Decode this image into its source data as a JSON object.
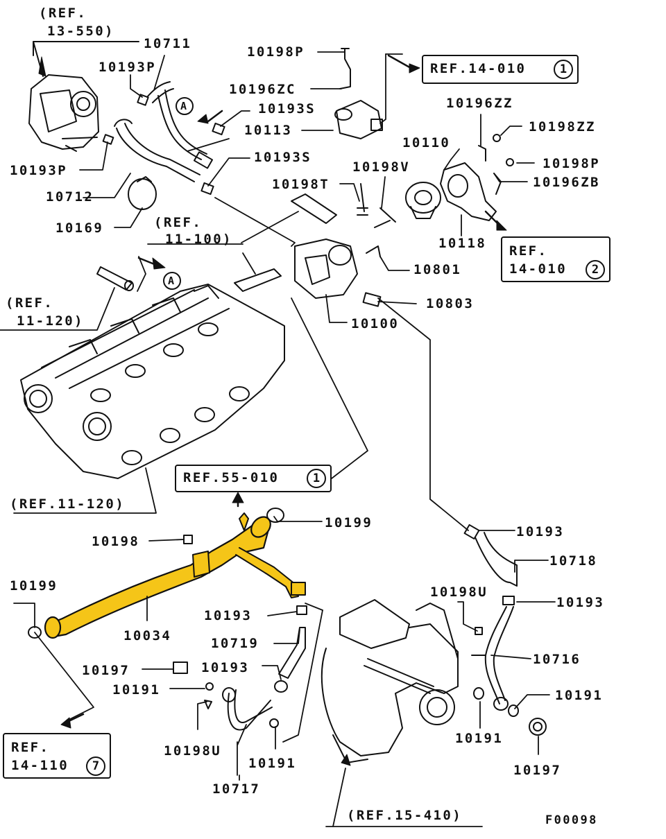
{
  "diagram": {
    "code": "F00098",
    "accent_color": "#F5C518",
    "part_labels": {
      "p10711": "10711",
      "p10193P_top": "10193P",
      "p10193P_left": "10193P",
      "p10712": "10712",
      "p10169": "10169",
      "p10193S_a": "10193S",
      "p10193S_b": "10193S",
      "p10198P_top": "10198P",
      "p10196ZC": "10196ZC",
      "p10113": "10113",
      "p10196ZZ": "10196ZZ",
      "p10198ZZ": "10198ZZ",
      "p10110": "10110",
      "p10198V": "10198V",
      "p10198P_right": "10198P",
      "p10196ZB": "10196ZB",
      "p10198T": "10198T",
      "p10118": "10118",
      "p10801": "10801",
      "p10803": "10803",
      "p10100": "10100",
      "p10199_top": "10199",
      "p10198_pipe": "10198",
      "p10193_right": "10193",
      "p10718": "10718",
      "p10199_left": "10199",
      "p10034": "10034",
      "p10193_mid": "10193",
      "p10198U_right": "10198U",
      "p10193_right2": "10193",
      "p10719": "10719",
      "p10716": "10716",
      "p10197_left": "10197",
      "p10193_low": "10193",
      "p10191_left": "10191",
      "p10191_right": "10191",
      "p10191_mid": "10191",
      "p10198U_left": "10198U",
      "p10191_bottom": "10191",
      "p10197_right": "10197",
      "p10717": "10717"
    },
    "references": {
      "ref_13_550_a": "(REF.",
      "ref_13_550_b": "13-550)",
      "ref_11_100_a": "(REF.",
      "ref_11_100_b": "11-100)",
      "ref_11_120_a": "(REF.",
      "ref_11_120_b": "11-120)",
      "ref_11_120_bottom": "(REF.11-120)",
      "ref_15_410": "(REF.15-410)",
      "ref_14_010_top": "REF.14-010",
      "ref_14_010_top_num": "1",
      "ref_14_010_box_a": "REF.",
      "ref_14_010_box_b": "14-010",
      "ref_14_010_box_num": "2",
      "ref_55_010": "REF.55-010",
      "ref_55_010_num": "1",
      "ref_14_110_a": "REF.",
      "ref_14_110_b": "14-110",
      "ref_14_110_num": "7"
    },
    "markers": {
      "marker_a_top": "A",
      "marker_a_mid": "A"
    }
  }
}
